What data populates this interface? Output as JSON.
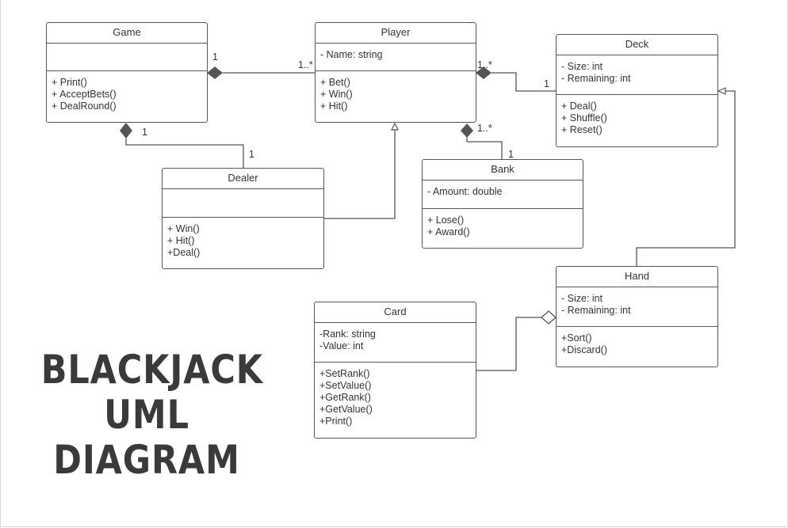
{
  "diagram": {
    "classes": {
      "game": {
        "name": "Game",
        "attributes": [],
        "operations": [
          "+ Print()",
          "+ AcceptBets()",
          "+ DealRound()"
        ]
      },
      "player": {
        "name": "Player",
        "attributes": [
          "- Name: string"
        ],
        "operations": [
          "+ Bet()",
          "+ Win()",
          "+ Hit()"
        ]
      },
      "deck": {
        "name": "Deck",
        "attributes": [
          "- Size: int",
          "- Remaining: int"
        ],
        "operations": [
          "+ Deal()",
          "+ Shuffle()",
          "+ Reset()"
        ]
      },
      "dealer": {
        "name": "Dealer",
        "attributes": [],
        "operations": [
          "+ Win()",
          "+ Hit()",
          "+Deal()"
        ]
      },
      "bank": {
        "name": "Bank",
        "attributes": [
          "- Amount:  double"
        ],
        "operations": [
          "+ Lose()",
          "+ Award()"
        ]
      },
      "hand": {
        "name": "Hand",
        "attributes": [
          "- Size: int",
          "- Remaining: int"
        ],
        "operations": [
          "+Sort()",
          "+Discard()"
        ]
      },
      "card": {
        "name": "Card",
        "attributes": [
          "-Rank: string",
          "-Value: int"
        ],
        "operations": [
          "+SetRank()",
          "+SetValue()",
          "+GetRank()",
          "+GetValue()",
          "+Print()"
        ]
      }
    },
    "multiplicities": {
      "game_player_game": "1",
      "game_player_player": "1..*",
      "player_deck_player": "1..*",
      "player_deck_deck": "1",
      "game_dealer_game": "1",
      "game_dealer_dealer": "1",
      "player_bank_player": "1..*",
      "player_bank_bank": "1"
    },
    "title": [
      "BLACKJACK",
      "UML",
      "DIAGRAM"
    ],
    "colors": {
      "line": "#555555",
      "diamond": "#555555",
      "text": "#333333",
      "title": "#3a3a3a"
    }
  }
}
